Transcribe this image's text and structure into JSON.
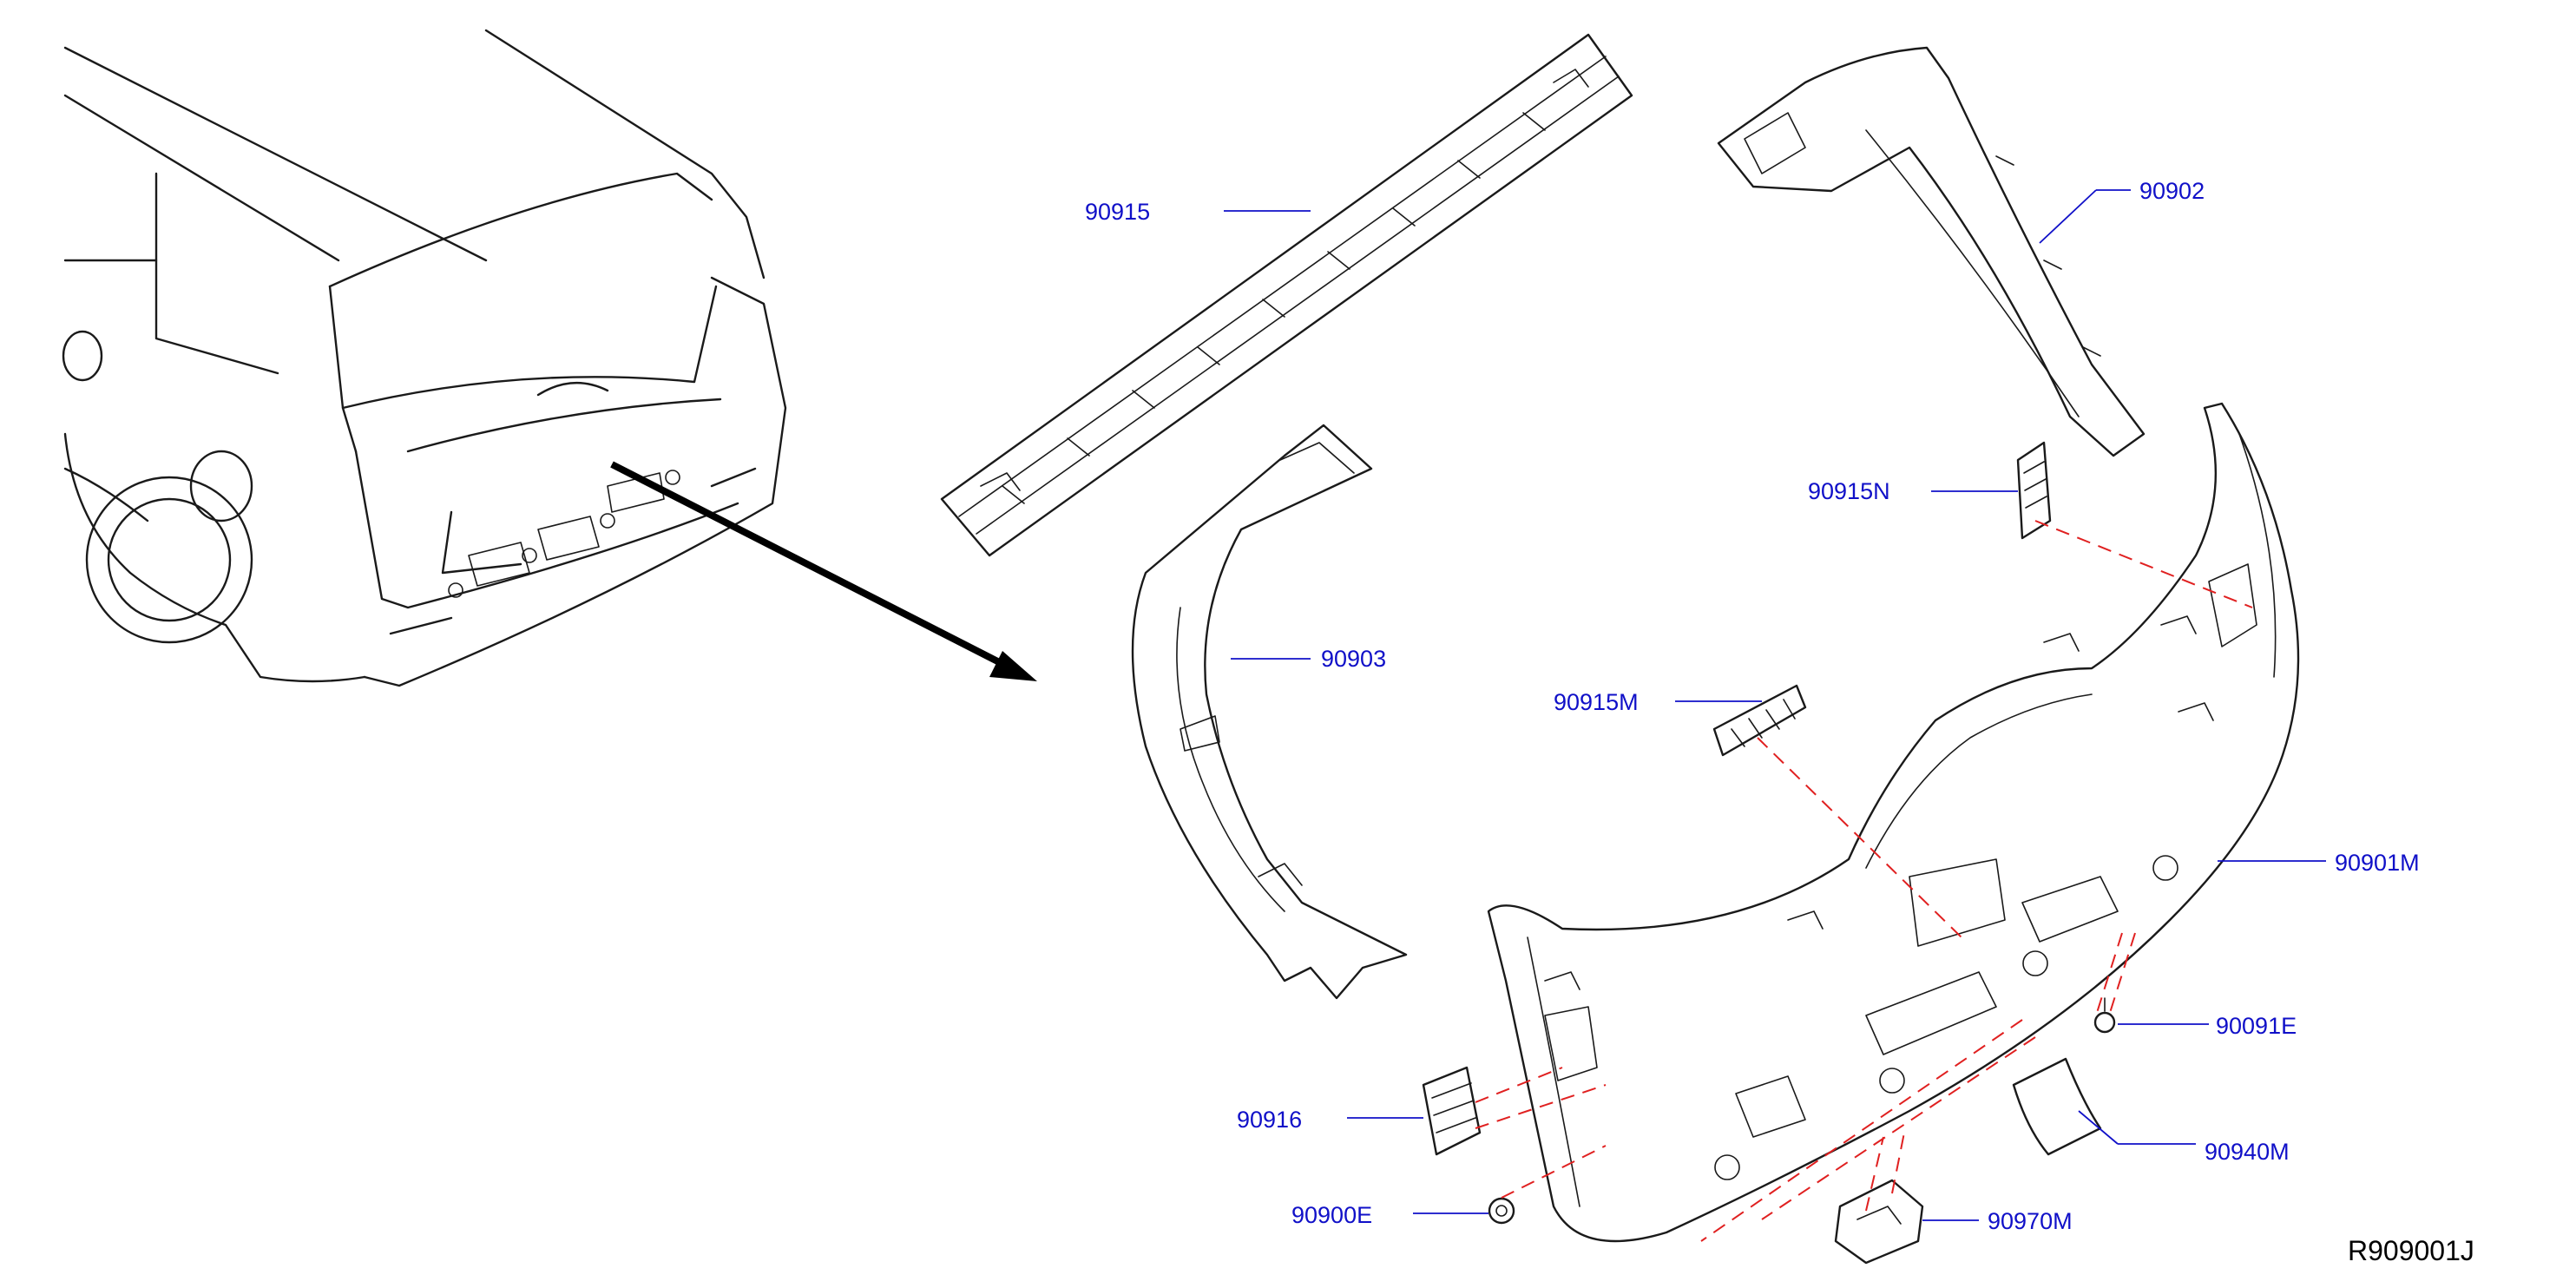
{
  "diagram": {
    "reference_code": "R909001J",
    "callouts": [
      {
        "id": "p90915",
        "label": "90915"
      },
      {
        "id": "p90902",
        "label": "90902"
      },
      {
        "id": "p90915N",
        "label": "90915N"
      },
      {
        "id": "p90903",
        "label": "90903"
      },
      {
        "id": "p90915M",
        "label": "90915M"
      },
      {
        "id": "p90901M",
        "label": "90901M"
      },
      {
        "id": "p90091E",
        "label": "90091E"
      },
      {
        "id": "p90916",
        "label": "90916"
      },
      {
        "id": "p90940M",
        "label": "90940M"
      },
      {
        "id": "p90900E",
        "label": "90900E"
      },
      {
        "id": "p90970M",
        "label": "90970M"
      }
    ]
  },
  "colors": {
    "label": "#1010c8",
    "line_art": "#1a1a1a",
    "dashed_guide": "#e02020",
    "background": "#ffffff"
  }
}
